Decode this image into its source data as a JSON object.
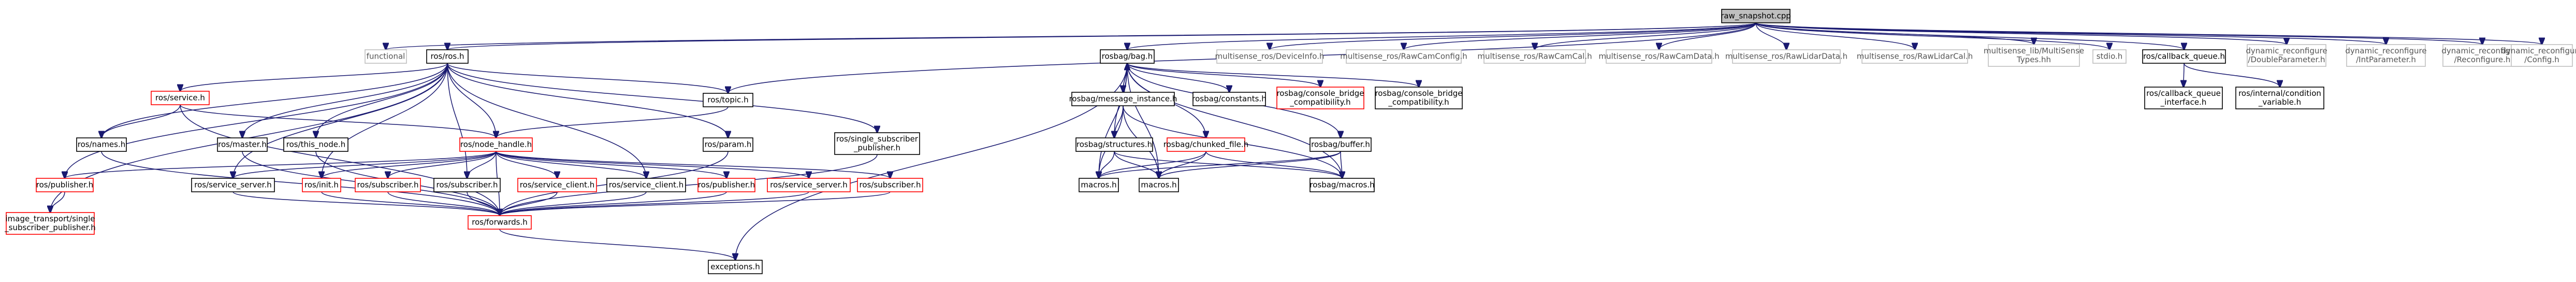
{
  "graph": {
    "nodes": [
      {
        "id": "root",
        "label": "raw_snapshot.cpp",
        "style": "root"
      },
      {
        "id": "functional",
        "label": "functional",
        "style": "gray"
      },
      {
        "id": "ros_ros",
        "label": "ros/ros.h",
        "style": "black"
      },
      {
        "id": "rosbag_bag",
        "label": "rosbag/bag.h",
        "style": "black"
      },
      {
        "id": "ms_deviceinfo",
        "label": "multisense_ros/DeviceInfo.h",
        "style": "gray"
      },
      {
        "id": "ms_rawcamconfig",
        "label": "multisense_ros/RawCamConfig.h",
        "style": "gray"
      },
      {
        "id": "ms_rawcamcal",
        "label": "multisense_ros/RawCamCal.h",
        "style": "gray"
      },
      {
        "id": "ms_rawcamdata",
        "label": "multisense_ros/RawCamData.h",
        "style": "gray"
      },
      {
        "id": "ms_rawlidardata",
        "label": "multisense_ros/RawLidarData.h",
        "style": "gray"
      },
      {
        "id": "ms_rawlidarcal",
        "label": "multisense_ros/RawLidarCal.h",
        "style": "gray"
      },
      {
        "id": "ms_lib",
        "label": [
          "multisense_lib/MultiSense",
          "Types.hh"
        ],
        "style": "gray"
      },
      {
        "id": "stdio",
        "label": "stdio.h",
        "style": "gray"
      },
      {
        "id": "ros_cbqueue",
        "label": "ros/callback_queue.h",
        "style": "black"
      },
      {
        "id": "dr_double",
        "label": [
          "dynamic_reconfigure",
          "/DoubleParameter.h"
        ],
        "style": "gray"
      },
      {
        "id": "dr_int",
        "label": [
          "dynamic_reconfigure",
          "/IntParameter.h"
        ],
        "style": "gray"
      },
      {
        "id": "dr_reconfigure",
        "label": [
          "dynamic_reconfigure",
          "/Reconfigure.h"
        ],
        "style": "gray"
      },
      {
        "id": "dr_config",
        "label": [
          "dynamic_reconfigure",
          "/Config.h"
        ],
        "style": "gray"
      },
      {
        "id": "ros_service",
        "label": "ros/service.h",
        "style": "red"
      },
      {
        "id": "ros_topic",
        "label": "ros/topic.h",
        "style": "black"
      },
      {
        "id": "rosbag_msginst",
        "label": "rosbag/message_instance.h",
        "style": "black"
      },
      {
        "id": "rosbag_constants",
        "label": "rosbag/constants.h",
        "style": "black"
      },
      {
        "id": "rosbag_cbcompat_red",
        "label": [
          "rosbag/console_bridge",
          "_compatibility.h"
        ],
        "style": "red"
      },
      {
        "id": "rosbag_cbcompat",
        "label": [
          "rosbag/console_bridge",
          "_compatibility.h"
        ],
        "style": "black"
      },
      {
        "id": "ros_cbq_iface",
        "label": [
          "ros/callback_queue",
          "_interface.h"
        ],
        "style": "black"
      },
      {
        "id": "ros_intcond",
        "label": [
          "ros/internal/condition",
          "_variable.h"
        ],
        "style": "black"
      },
      {
        "id": "ros_names",
        "label": "ros/names.h",
        "style": "black"
      },
      {
        "id": "ros_master",
        "label": "ros/master.h",
        "style": "black"
      },
      {
        "id": "ros_this_node",
        "label": "ros/this_node.h",
        "style": "black"
      },
      {
        "id": "ros_param",
        "label": "ros/param.h",
        "style": "black"
      },
      {
        "id": "ros_single_sub",
        "label": [
          "ros/single_subscriber",
          "_publisher.h"
        ],
        "style": "black"
      },
      {
        "id": "ros_node_handle",
        "label": "ros/node_handle.h",
        "style": "red"
      },
      {
        "id": "rosbag_structures",
        "label": "rosbag/structures.h",
        "style": "black"
      },
      {
        "id": "rosbag_chunked",
        "label": "rosbag/chunked_file.h",
        "style": "red"
      },
      {
        "id": "rosbag_buffer",
        "label": "rosbag/buffer.h",
        "style": "black"
      },
      {
        "id": "ros_publisher",
        "label": "ros/publisher.h",
        "style": "red"
      },
      {
        "id": "ros_service_server_a",
        "label": "ros/service_server.h",
        "style": "black"
      },
      {
        "id": "ros_init",
        "label": "ros/init.h",
        "style": "red"
      },
      {
        "id": "ros_subscriber_red",
        "label": "ros/subscriber.h",
        "style": "red"
      },
      {
        "id": "ros_subscriber",
        "label": "ros/subscriber.h",
        "style": "black"
      },
      {
        "id": "ros_service_client_red",
        "label": "ros/service_client.h",
        "style": "red"
      },
      {
        "id": "ros_service_client",
        "label": "ros/service_client.h",
        "style": "black"
      },
      {
        "id": "ros_publisher_b",
        "label": "ros/publisher.h",
        "style": "red"
      },
      {
        "id": "ros_service_server_red",
        "label": "ros/service_server.h",
        "style": "red"
      },
      {
        "id": "ros_subscriber_b",
        "label": "ros/subscriber.h",
        "style": "red"
      },
      {
        "id": "macros_a",
        "label": "macros.h",
        "style": "black"
      },
      {
        "id": "macros_b",
        "label": "macros.h",
        "style": "black"
      },
      {
        "id": "rosbag_macros",
        "label": "rosbag/macros.h",
        "style": "black"
      },
      {
        "id": "image_transport",
        "label": [
          "image_transport/single",
          "_subscriber_publisher.h"
        ],
        "style": "red"
      },
      {
        "id": "ros_forwards",
        "label": "ros/forwards.h",
        "style": "red"
      },
      {
        "id": "exceptions",
        "label": "exceptions.h",
        "style": "black"
      }
    ],
    "edges": [
      [
        "root",
        "functional"
      ],
      [
        "root",
        "ros_ros"
      ],
      [
        "root",
        "rosbag_bag"
      ],
      [
        "root",
        "ms_deviceinfo"
      ],
      [
        "root",
        "ms_rawcamconfig"
      ],
      [
        "root",
        "ms_rawcamcal"
      ],
      [
        "root",
        "ms_rawcamdata"
      ],
      [
        "root",
        "ms_rawlidardata"
      ],
      [
        "root",
        "ms_rawlidarcal"
      ],
      [
        "root",
        "ms_lib"
      ],
      [
        "root",
        "stdio"
      ],
      [
        "root",
        "ros_cbqueue"
      ],
      [
        "root",
        "dr_double"
      ],
      [
        "root",
        "dr_int"
      ],
      [
        "root",
        "dr_reconfigure"
      ],
      [
        "root",
        "dr_config"
      ],
      [
        "root",
        "ros_topic"
      ],
      [
        "ros_ros",
        "ros_service"
      ],
      [
        "ros_ros",
        "ros_names"
      ],
      [
        "ros_ros",
        "ros_master"
      ],
      [
        "ros_ros",
        "ros_this_node"
      ],
      [
        "ros_ros",
        "ros_topic"
      ],
      [
        "ros_ros",
        "ros_param"
      ],
      [
        "ros_ros",
        "ros_single_sub"
      ],
      [
        "ros_ros",
        "ros_node_handle"
      ],
      [
        "ros_ros",
        "ros_publisher"
      ],
      [
        "ros_ros",
        "image_transport"
      ],
      [
        "ros_ros",
        "ros_service_server_a"
      ],
      [
        "ros_ros",
        "ros_init"
      ],
      [
        "ros_ros",
        "ros_subscriber"
      ],
      [
        "ros_ros",
        "ros_service_client"
      ],
      [
        "ros_service",
        "ros_names"
      ],
      [
        "ros_service",
        "ros_node_handle"
      ],
      [
        "ros_service",
        "ros_forwards"
      ],
      [
        "ros_names",
        "ros_forwards"
      ],
      [
        "ros_master",
        "ros_forwards"
      ],
      [
        "ros_this_node",
        "ros_forwards"
      ],
      [
        "ros_topic",
        "ros_node_handle"
      ],
      [
        "ros_param",
        "ros_forwards"
      ],
      [
        "ros_single_sub",
        "ros_forwards"
      ],
      [
        "ros_node_handle",
        "ros_publisher"
      ],
      [
        "ros_node_handle",
        "ros_service_server_a"
      ],
      [
        "ros_node_handle",
        "ros_init"
      ],
      [
        "ros_node_handle",
        "ros_subscriber_red"
      ],
      [
        "ros_node_handle",
        "ros_subscriber"
      ],
      [
        "ros_node_handle",
        "ros_service_client_red"
      ],
      [
        "ros_node_handle",
        "ros_service_client"
      ],
      [
        "ros_node_handle",
        "ros_publisher_b"
      ],
      [
        "ros_node_handle",
        "ros_service_server_red"
      ],
      [
        "ros_node_handle",
        "ros_subscriber_b"
      ],
      [
        "ros_node_handle",
        "ros_forwards"
      ],
      [
        "ros_publisher",
        "image_transport"
      ],
      [
        "ros_service_server_a",
        "ros_forwards"
      ],
      [
        "ros_init",
        "ros_forwards"
      ],
      [
        "ros_subscriber_red",
        "ros_forwards"
      ],
      [
        "ros_subscriber",
        "ros_forwards"
      ],
      [
        "ros_service_client_red",
        "ros_forwards"
      ],
      [
        "ros_service_client",
        "ros_forwards"
      ],
      [
        "ros_publisher_b",
        "ros_forwards"
      ],
      [
        "ros_service_server_red",
        "ros_forwards"
      ],
      [
        "ros_subscriber_b",
        "ros_forwards"
      ],
      [
        "ros_forwards",
        "exceptions"
      ],
      [
        "rosbag_bag",
        "rosbag_msginst"
      ],
      [
        "rosbag_bag",
        "rosbag_constants"
      ],
      [
        "rosbag_bag",
        "rosbag_cbcompat_red"
      ],
      [
        "rosbag_bag",
        "rosbag_cbcompat"
      ],
      [
        "rosbag_bag",
        "rosbag_structures"
      ],
      [
        "rosbag_bag",
        "rosbag_chunked"
      ],
      [
        "rosbag_bag",
        "rosbag_buffer"
      ],
      [
        "rosbag_bag",
        "macros_a"
      ],
      [
        "rosbag_bag",
        "macros_b"
      ],
      [
        "rosbag_bag",
        "rosbag_macros"
      ],
      [
        "rosbag_bag",
        "exceptions"
      ],
      [
        "rosbag_msginst",
        "rosbag_bag"
      ],
      [
        "rosbag_msginst",
        "rosbag_structures"
      ],
      [
        "rosbag_msginst",
        "macros_a"
      ],
      [
        "rosbag_msginst",
        "macros_b"
      ],
      [
        "rosbag_msginst",
        "rosbag_macros"
      ],
      [
        "rosbag_structures",
        "macros_a"
      ],
      [
        "rosbag_structures",
        "macros_b"
      ],
      [
        "rosbag_structures",
        "rosbag_macros"
      ],
      [
        "rosbag_chunked",
        "macros_a"
      ],
      [
        "rosbag_chunked",
        "macros_b"
      ],
      [
        "rosbag_chunked",
        "rosbag_macros"
      ],
      [
        "rosbag_buffer",
        "macros_a"
      ],
      [
        "rosbag_buffer",
        "macros_b"
      ],
      [
        "rosbag_buffer",
        "rosbag_macros"
      ],
      [
        "ros_cbqueue",
        "ros_cbq_iface"
      ],
      [
        "ros_cbqueue",
        "ros_intcond"
      ]
    ]
  }
}
